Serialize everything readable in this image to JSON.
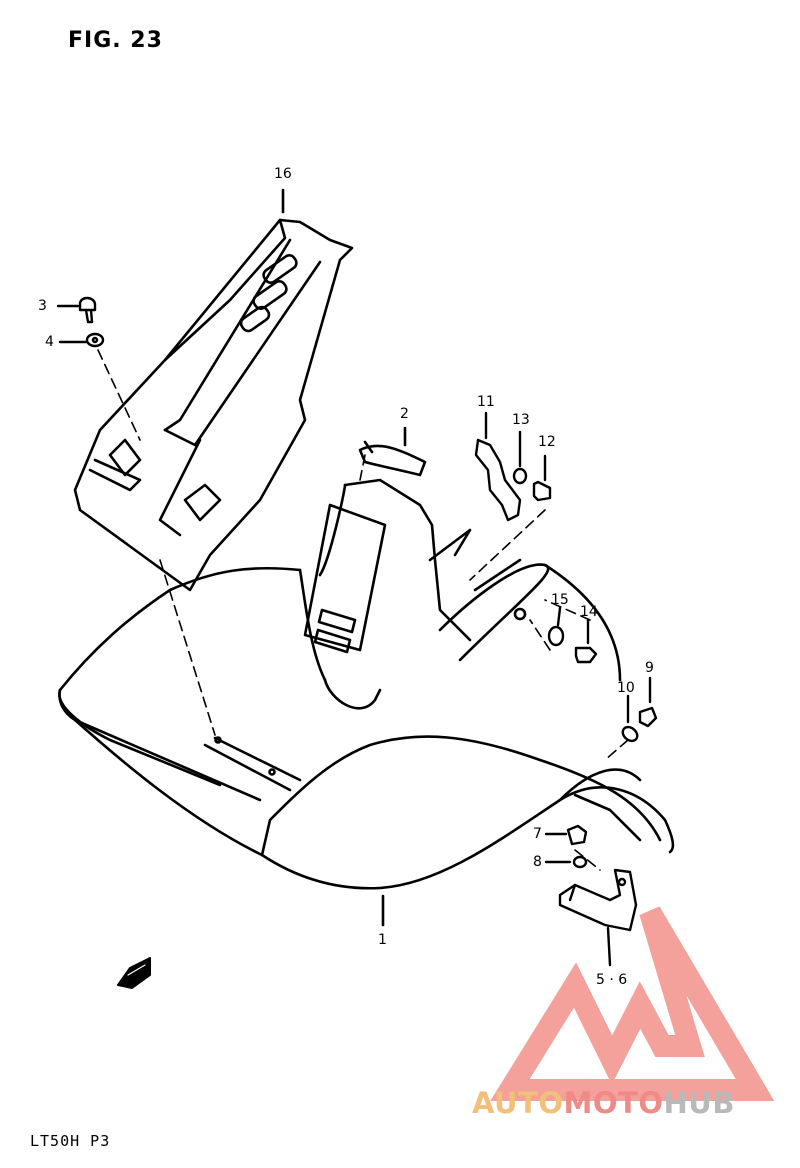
{
  "figure": {
    "title": "FIG. 23",
    "model_code": "LT50H P3"
  },
  "callouts": {
    "c16": "16",
    "c3": "3",
    "c4": "4",
    "c2": "2",
    "c11": "11",
    "c13": "13",
    "c12": "12",
    "c15": "15",
    "c14": "14",
    "c9": "9",
    "c10": "10",
    "c7": "7",
    "c8": "8",
    "c1": "1",
    "c56": "5 · 6"
  },
  "watermark": {
    "part1": "AUTO",
    "part2": "MOTO",
    "part3": "HUB",
    "colors": {
      "auto": "#f2c07a",
      "moto": "#f08a86",
      "hub": "#b9b9b9",
      "triangle": "#f0807a"
    }
  },
  "icons": {
    "fwd_arrow": "front-direction-arrow-icon"
  }
}
